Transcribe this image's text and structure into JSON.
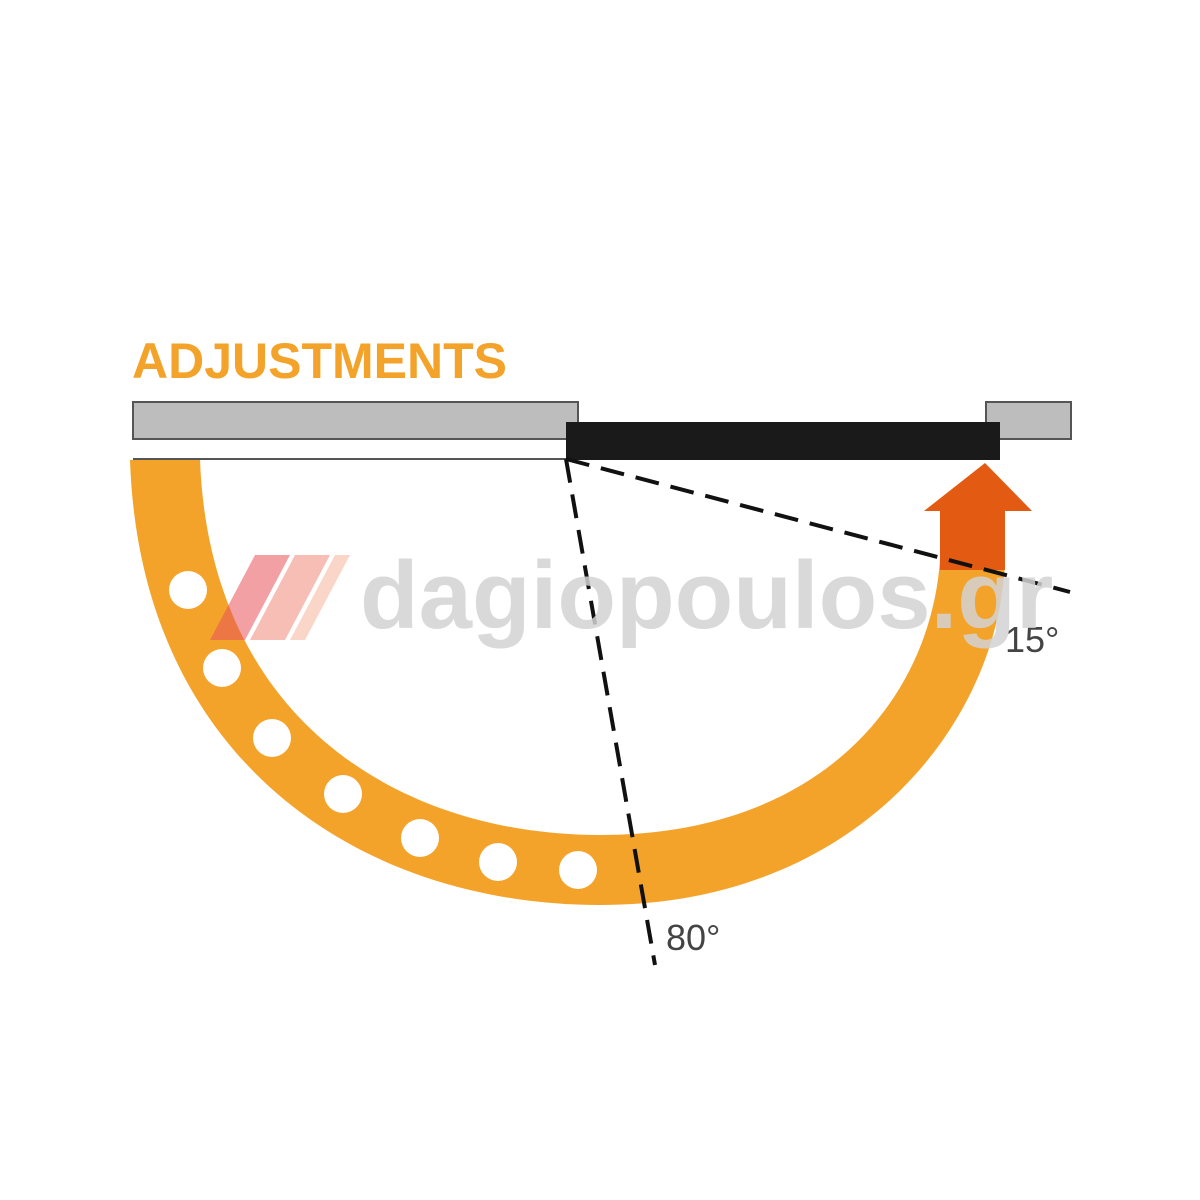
{
  "title": "ADJUSTMENTS",
  "angles": {
    "open_limit": "80°",
    "close_limit": "15°"
  },
  "watermark": "dagiopoulos.gr",
  "colors": {
    "accent_orange": "#f4a32a",
    "arrow_head": "#e35a12",
    "frame_gray": "#bdbdbd",
    "frame_outline": "#555555",
    "door_black": "#1a1a1a",
    "dashed_line": "#111111",
    "angle_text": "#444444",
    "watermark_gray": "#d2d2d2"
  }
}
